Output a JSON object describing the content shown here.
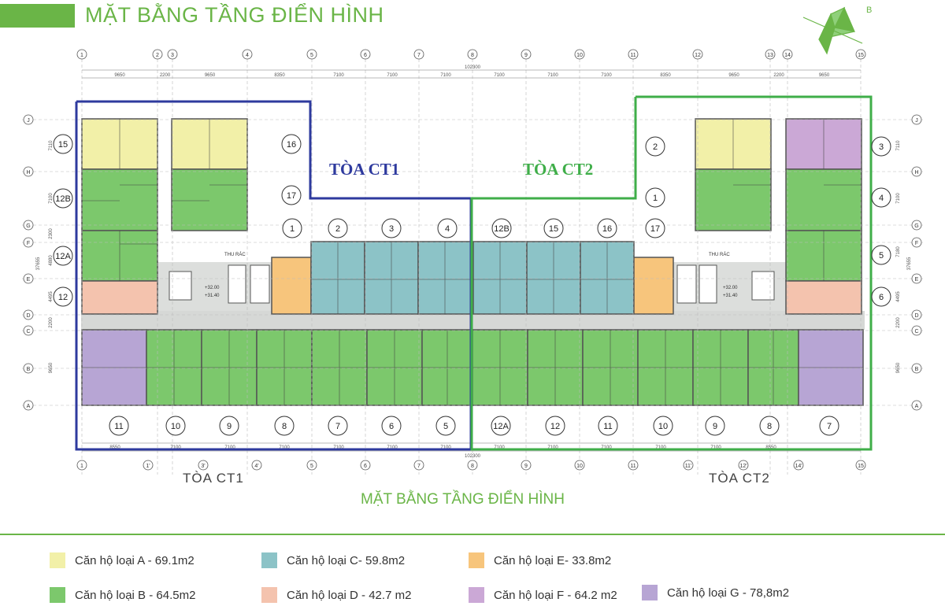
{
  "header": {
    "title": "MẶT BẰNG TẦNG ĐIỂN HÌNH"
  },
  "compass": {
    "letter": "B"
  },
  "plan": {
    "top_axes": [
      "1",
      "2",
      "3",
      "4",
      "5",
      "6",
      "7",
      "8",
      "9",
      "10",
      "11",
      "12",
      "13",
      "14",
      "15"
    ],
    "bottom_axes": [
      "1",
      "1'",
      "3'",
      "4'",
      "5",
      "6",
      "7",
      "8",
      "9",
      "10",
      "11",
      "11'",
      "12'",
      "14'",
      "15"
    ],
    "row_axes": [
      "J",
      "H",
      "G",
      "F",
      "E",
      "D",
      "C",
      "B",
      "A"
    ],
    "top_dims": [
      "9650",
      "2200",
      "9650",
      "8350",
      "7100",
      "7100",
      "7100",
      "7100",
      "7100",
      "7100",
      "8350",
      "9650",
      "2200",
      "9650"
    ],
    "bottom_dims": [
      "8550",
      "7100",
      "7100",
      "7100",
      "7100",
      "7100",
      "7100",
      "7100",
      "7100",
      "7100",
      "7100",
      "7100",
      "8550"
    ],
    "total_dim": "102300",
    "left_dims": [
      "7110",
      "7100",
      "2300",
      "4880",
      "4495",
      "2200",
      "9650"
    ],
    "left_total": "37655",
    "right_dims": [
      "7110",
      "7100",
      "7180",
      "4495",
      "2200",
      "9650"
    ],
    "right_total": "37655",
    "tower_ct1_tag": "TÒA CT1",
    "tower_ct2_tag": "TÒA CT2",
    "ct1_left_units": [
      "15",
      "12B",
      "12A",
      "12"
    ],
    "ct1_upper_units": [
      "16",
      "17"
    ],
    "ct1_mid_units": [
      "1",
      "2",
      "3",
      "4"
    ],
    "ct2_mid_units": [
      "12B",
      "15",
      "16",
      "17"
    ],
    "ct2_upper_units": [
      "2",
      "1"
    ],
    "ct2_right_units": [
      "3",
      "4",
      "5",
      "6"
    ],
    "ct1_bottom_units": [
      "11",
      "10",
      "9",
      "8",
      "7",
      "6",
      "5"
    ],
    "ct2_bottom_units": [
      "12A",
      "12",
      "11",
      "10",
      "9",
      "8",
      "7"
    ],
    "trash_label": "THU RÁC",
    "level_label_1": "+32.00",
    "level_label_2": "+31.40"
  },
  "footer": {
    "building_ct1": "TÒA CT1",
    "building_ct2": "TÒA CT2",
    "subtitle": "MẶT BẰNG TẦNG ĐIỂN HÌNH"
  },
  "legend": [
    {
      "label": "Căn hộ loại A - 69.1m2",
      "color": "#f2f0a8"
    },
    {
      "label": "Căn hộ loại C- 59.8m2",
      "color": "#8cc3c7"
    },
    {
      "label": "Căn hộ loại E- 33.8m2",
      "color": "#f7c57c"
    },
    {
      "label": "Căn hộ loại B - 64.5m2",
      "color": "#7cc86c"
    },
    {
      "label": "Căn hộ loại D - 42.7 m2",
      "color": "#f4c3ae"
    },
    {
      "label": "Căn hộ loại F - 64.2 m2",
      "color": "#cba8d6"
    },
    {
      "label": "Căn hộ loại G - 78,8m2",
      "color": "#b7a5d4"
    }
  ],
  "colors": {
    "brand_green": "#6ab547",
    "ct1_outline": "#2e3a9e",
    "ct2_outline": "#3fae49",
    "corridor": "#d6d8d6"
  }
}
